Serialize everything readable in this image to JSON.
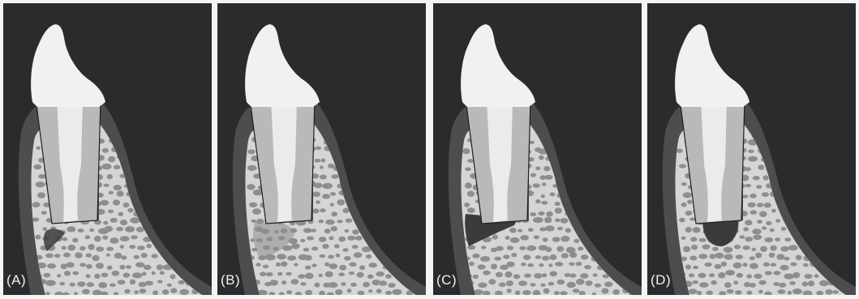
{
  "panels": [
    {
      "label": "(A)",
      "lesion": "small"
    },
    {
      "label": "(B)",
      "lesion": "diffuse"
    },
    {
      "label": "(C)",
      "lesion": "wedge"
    },
    {
      "label": "(D)",
      "lesion": "apical"
    }
  ],
  "colors": {
    "background": "#2b2b2d",
    "enamel": "#f1f1f1",
    "dentin": "#b9b9b9",
    "pulp": "#ebebeb",
    "soft_tissue": "#4d4d4f",
    "bone": "#d5d5d5",
    "bone_pores": "#8e8e8e",
    "lesion": "#3b3b3d"
  }
}
